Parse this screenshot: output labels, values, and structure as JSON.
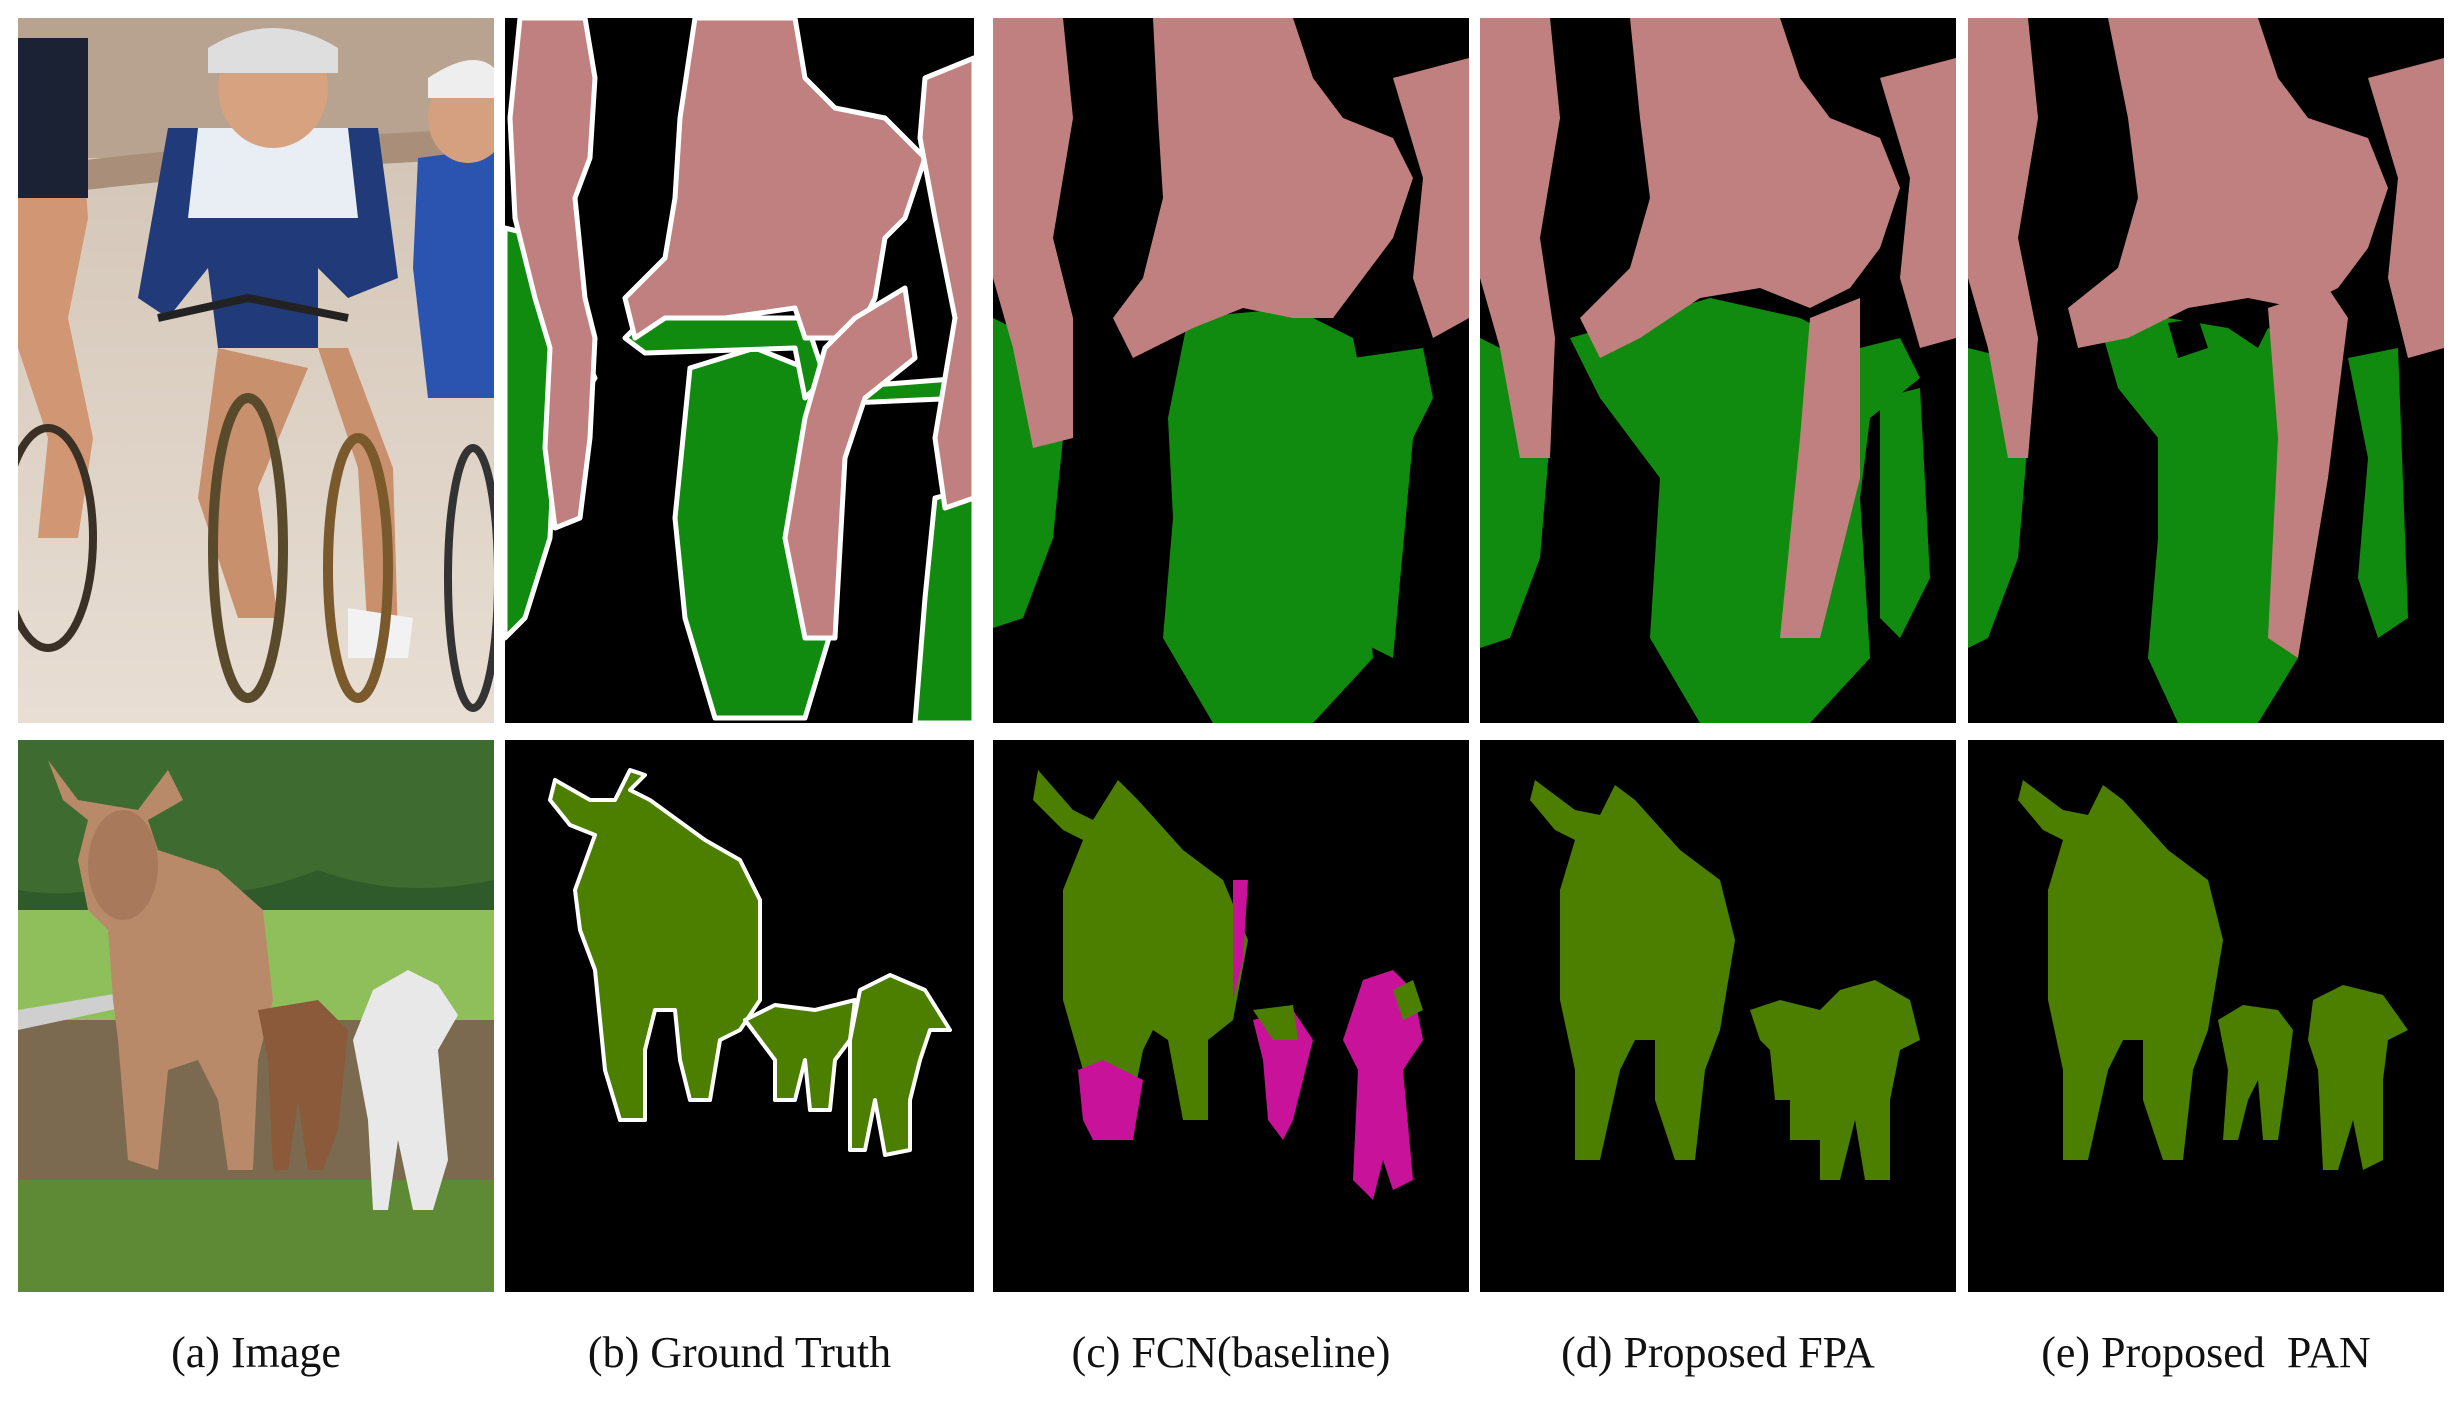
{
  "figure": {
    "captions": [
      "(a) Image",
      "(b) Ground Truth",
      "(c) FCN(baseline)",
      "(d) Proposed FPA",
      "(e) Proposed  PAN"
    ],
    "rows": [
      {
        "scene": "cyclists",
        "classes": [
          "person",
          "bicycle"
        ]
      },
      {
        "scene": "cattle",
        "classes": [
          "cow"
        ]
      }
    ],
    "colors": {
      "background": "#000000",
      "person": "#c0807f",
      "bicycle": "#108b10",
      "cow": "#4c7f00",
      "mislabel": "#c8129a",
      "gt_boundary": "#ffffff"
    }
  }
}
